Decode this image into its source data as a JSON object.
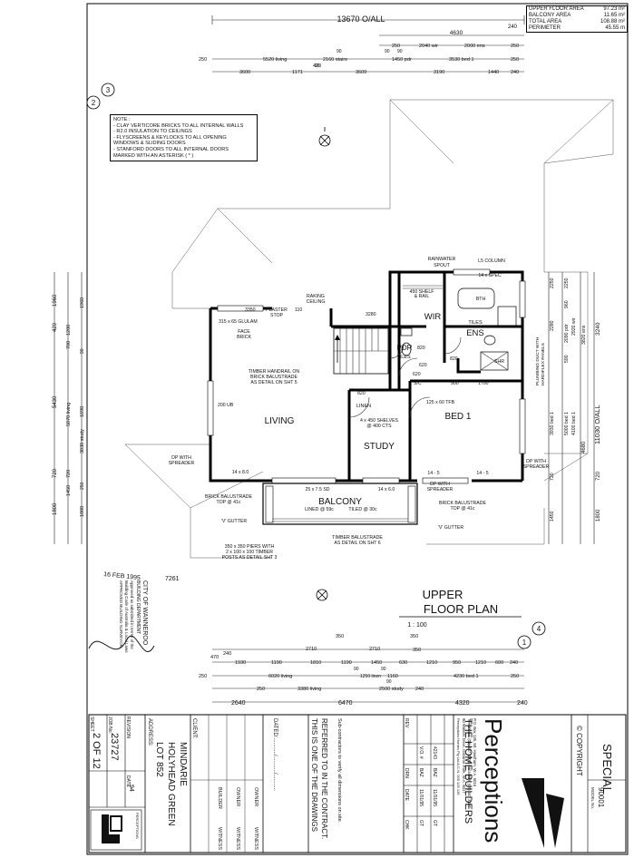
{
  "area_summary": {
    "rows": [
      {
        "label": "UPPER FLOOR AREA",
        "value": "97.23 m²"
      },
      {
        "label": "BALCONY AREA",
        "value": "11.65 m²"
      },
      {
        "label": "TOTAL AREA",
        "value": "108.88 m²"
      },
      {
        "label": "PERIMETER",
        "value": "45.55 m"
      }
    ]
  },
  "notes": {
    "heading": "NOTE :",
    "lines": [
      "- CLAY VERTICORE BRICKS TO ALL INTERNAL WALLS",
      "- R2.0 INSULATION TO CEILINGS",
      "- FLYSCREENS & KEYLOCKS TO ALL OPENING",
      "  WINDOWS & SLIDING DOORS",
      "- STANFORD DOORS TO ALL INTERNAL DOORS",
      "  MARKED WITH AN ASTERISK ( * )"
    ]
  },
  "dimensions": {
    "top_overall": "13670 O/ALL",
    "top_4630": "4630",
    "top_240": "240",
    "top_row1": [
      "250",
      "2040 wir",
      "2000 ens",
      "250"
    ],
    "top_row1_small": [
      "90",
      "90",
      "90"
    ],
    "top_row2": [
      "250",
      "5520 living",
      "2160 stairs",
      "1450 pdr",
      "3530 bed 1",
      "250"
    ],
    "top_row2_small": [
      "90",
      "90"
    ],
    "top_row3": [
      "3600",
      "1171",
      "420",
      "3609",
      "3190",
      "1440",
      "240"
    ],
    "bottom_row1": [
      "350",
      "350"
    ],
    "bottom_row2": [
      "470",
      "2710",
      "2710",
      "350"
    ],
    "bottom_row3": [
      "240",
      "1930",
      "1190",
      "1810",
      "1190",
      "1450",
      "630",
      "1210",
      "950",
      "1210",
      "600",
      "240"
    ],
    "bottom_row4": [
      "250",
      "6020 living",
      "1250 linen",
      "1160",
      "4230 bed 1",
      "250"
    ],
    "bottom_row4_small": [
      "90",
      "90",
      "90"
    ],
    "bottom_row5": [
      "250",
      "3380 living",
      "2500 study",
      "240"
    ],
    "bottom_row6": [
      "2640",
      "6470",
      "4320",
      "240"
    ],
    "left_outer": [
      "420",
      "1960",
      "5430",
      "720",
      "1800"
    ],
    "left_inner": [
      "700",
      "1200",
      "1800",
      "1450",
      "720",
      "250",
      "90",
      "5070 living",
      "3030 study",
      "90",
      "90",
      "1690",
      "1960"
    ],
    "right_outer": [
      "3240",
      "11030 O/ALL",
      "4680",
      "1800",
      "720"
    ],
    "right_inner": [
      "2250",
      "2250",
      "960",
      "2280",
      "2090 pdr",
      "2920 wir",
      "3820 ens",
      "3930 bed 1",
      "5000 bed 1",
      "4100 bed 1",
      "4680",
      "1450",
      "720",
      "250",
      "590",
      "110",
      "3710",
      "110",
      "90"
    ]
  },
  "section_marks": [
    {
      "number": "2",
      "side": "3"
    },
    {
      "number": "1",
      "side": "4"
    }
  ],
  "rooms": {
    "living": "LIVING",
    "study": "STUDY",
    "bed1": "BED 1",
    "balcony": "BALCONY",
    "wir": "WIR",
    "ens": "ENS",
    "pdr": "PDR",
    "linen": "LINEN",
    "tiles1": "TILES",
    "tiles2": "TILES"
  },
  "callouts": {
    "rainwater_spout": [
      "RAINWATER",
      "SPOUT"
    ],
    "l5_column": "L5 COLUMN",
    "spec_14x": "14 x SPEC",
    "bth": "BTH",
    "shelf_rail": [
      "450 SHELF",
      "& RAIL"
    ],
    "plaster_stop": [
      "PLASTER",
      "STOP"
    ],
    "raking_ceiling": [
      "RAKING",
      "CEILING"
    ],
    "glulam": "315 x 65 GLULAM",
    "face_brick": [
      "FACE",
      "BRICK"
    ],
    "handrail": [
      "TIMBER HANDRAIL ON",
      "BRICK BALUSTRADE",
      "AS DETAIL ON SHT 5"
    ],
    "ub200": "200 UB",
    "shelves": [
      "4 x 450 SHELVES",
      "@ 400 CTS"
    ],
    "tfb": "125 x 60 TFB",
    "dp_spreader_left": [
      "DP WITH",
      "SPREADER"
    ],
    "dp_spreader_right": [
      "DP WITH",
      "SPREADER"
    ],
    "dp_spreader_far_right": [
      "DP WITH",
      "SPREADER"
    ],
    "brick_balustrade_left": [
      "BRICK BALUSTRADE",
      "TOP @ 41c"
    ],
    "brick_balustrade_right": [
      "BRICK BALUSTRADE",
      "TOP @ 41c"
    ],
    "v_gutter_left": "'V' GUTTER",
    "v_gutter_right": "'V' GUTTER",
    "lined": "LINED @ 59c",
    "tiled": "TILED @ 30c",
    "timber_balustrade": [
      "TIMBER BALUSTRADE",
      "AS DETAIL ON SHT 6"
    ],
    "piers": [
      "350 x 350 PIERS WITH",
      "2 x 100 x 100 TIMBER",
      "POSTS AS DETAIL SHT 3"
    ],
    "beam_25x7": "25 x 7.5 SD",
    "beam_14x8": "14 x 8.0",
    "beam_14x6": "14 x 6.0",
    "beam_14x5a": "14 - 5",
    "beam_14x5b": "14 - 5",
    "door_620a": "620",
    "door_620b": "620",
    "door_820a": "820",
    "door_820b": "820",
    "door_820c": "820",
    "dim_900": "900",
    "dim_1700": "1700",
    "dim_3280": "3280",
    "dim_3350": "3350",
    "dim_110": "110",
    "plumbing": [
      "PLUMBING DUCT WITH",
      "HARDIFLEX PANELS"
    ],
    "shr": "SHR",
    "sc": "S/C"
  },
  "drawing_title": {
    "line1": "UPPER",
    "line2": "FLOOR PLAN",
    "scale": "1 : 100"
  },
  "approval_stamp": {
    "date": "16 FEB 1995",
    "number": "7261",
    "lines": [
      "CITY OF WANNEROO",
      "BUILDING DEPARTMENT",
      "Approved as submitted in terms of the",
      "Building Code of Australia & Local Laws",
      "APPROVED BUILDING SURVEYOR"
    ]
  },
  "title_block": {
    "special": "SPECIAL",
    "copyright": "© COPYRIGHT",
    "model_label": "MODEL No.",
    "model_no": "90001",
    "company": "Perceptions",
    "company_sub": "THE HOME BUILDERS",
    "company_tag": "Perceptions Homes Pty Ltd  A.C.N. 009 125 135",
    "company_address": [
      "80 Walters Drive, Osborne Park, W.A. 6017",
      "Telephone: (09) 347 3300, Facsimile: (09) 347 3347",
      "P.O. Box 135, Mt. Hawthorn, W.A. 6016"
    ],
    "rev_headers": [
      "REV",
      "",
      "DRN",
      "DATE",
      "CHK"
    ],
    "rev_rows": [
      [
        "",
        "V.O. #",
        "BAZ",
        "11/01/95",
        "GT"
      ],
      [
        "",
        "42143",
        "BAZ",
        "11/01/95",
        "GT"
      ]
    ],
    "subcontractors": "Sub-contractors to verify all dimensions on site.",
    "contract_note": [
      "THIS IS ONE OF THE DRAWINGS",
      "REFERRED TO IN THE CONTRACT."
    ],
    "dated": "DATED:.........../.........../...........",
    "sign_labels": [
      "OWNER",
      "WITNESS",
      "OWNER",
      "WITNESS",
      "BUILDER",
      "WITNESS"
    ],
    "client_label": "CLIENT:",
    "address_label": "ADDRESS:",
    "address_lines": [
      "LOT 852",
      "HOLYHEAD GREEN",
      "MINDARIE"
    ],
    "sheet_label": "SHEET",
    "sheet_value": "2 OF 12",
    "job_label": "JOB No.",
    "job_value": "23727",
    "revision_label": "REVISION",
    "date_label": "DATE",
    "date_value": "94",
    "logo_text": "PERCEPTIONS"
  }
}
